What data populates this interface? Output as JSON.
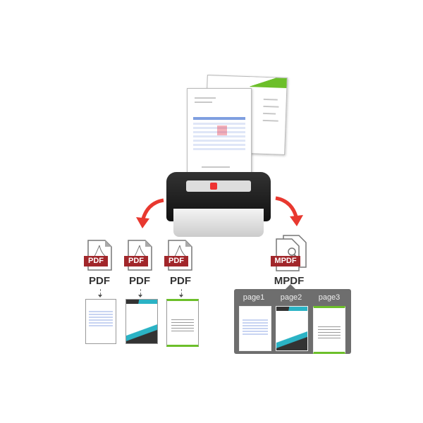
{
  "colors": {
    "arrow": "#e8382f",
    "pdf_badge": "#a1262a",
    "panel": "#6e6e6e",
    "green": "#6cbf2a",
    "teal": "#2bb3c5"
  },
  "outputs": [
    {
      "label": "PDF",
      "badge": "PDF"
    },
    {
      "label": "PDF",
      "badge": "PDF"
    },
    {
      "label": "PDF",
      "badge": "PDF"
    }
  ],
  "merged": {
    "label": "MPDF",
    "badge": "MPDF",
    "pages": [
      "page1",
      "page2",
      "page3"
    ]
  }
}
